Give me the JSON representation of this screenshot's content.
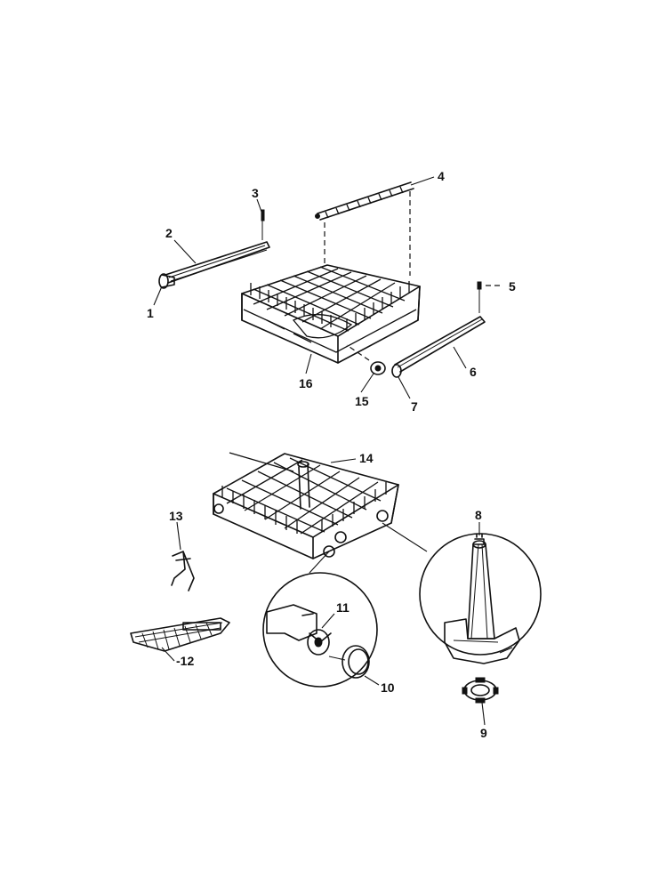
{
  "callouts": [
    {
      "id": "1",
      "label": "1"
    },
    {
      "id": "2",
      "label": "2"
    },
    {
      "id": "3",
      "label": "3"
    },
    {
      "id": "4",
      "label": "4"
    },
    {
      "id": "5",
      "label": "5"
    },
    {
      "id": "6",
      "label": "6"
    },
    {
      "id": "7",
      "label": "7"
    },
    {
      "id": "8",
      "label": "8"
    },
    {
      "id": "9",
      "label": "9"
    },
    {
      "id": "10",
      "label": "10"
    },
    {
      "id": "11",
      "label": "11"
    },
    {
      "id": "12",
      "label": "-12"
    },
    {
      "id": "13",
      "label": "13"
    },
    {
      "id": "14",
      "label": "14"
    },
    {
      "id": "15",
      "label": "15"
    },
    {
      "id": "16",
      "label": "16"
    }
  ]
}
